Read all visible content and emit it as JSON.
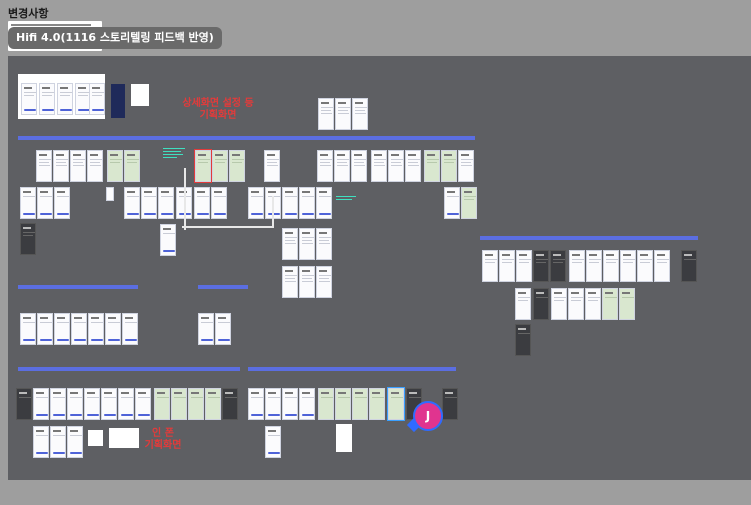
{
  "canvas": {
    "page_title": "변경사항",
    "frame_label": "Hifi 4.0(1116 스토리텔링 피드백 반영)",
    "accent": "#5b6ee1",
    "board_bg": "#5e5f63",
    "annotation_red": "#e23b3b"
  },
  "annotations": {
    "note_1": "상세화면 설정 등\n기획화면",
    "note_2": "인 폰\n기획화면"
  },
  "collaborator": {
    "initial": "J",
    "color": "#e0348f"
  }
}
